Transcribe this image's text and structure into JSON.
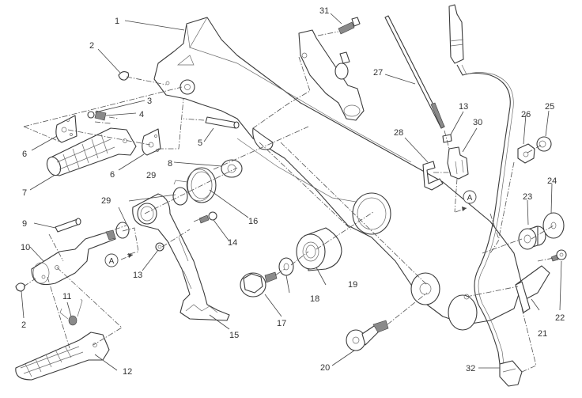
{
  "diagram": {
    "type": "exploded-parts-diagram",
    "subject": "Right-hand footpeg bracket / rear brake pedal assembly",
    "reference_marker": "A",
    "callouts": [
      {
        "id": "1",
        "part": "footpeg-bracket"
      },
      {
        "id": "2",
        "part": "circlip"
      },
      {
        "id": "3",
        "part": "ball"
      },
      {
        "id": "4",
        "part": "spring"
      },
      {
        "id": "5",
        "part": "pin"
      },
      {
        "id": "6",
        "part": "plate"
      },
      {
        "id": "7",
        "part": "footpeg-rider"
      },
      {
        "id": "8",
        "part": "washer"
      },
      {
        "id": "9",
        "part": "pin"
      },
      {
        "id": "10",
        "part": "pedal-shaft"
      },
      {
        "id": "11",
        "part": "spring"
      },
      {
        "id": "12",
        "part": "footpeg-passenger"
      },
      {
        "id": "13",
        "part": "nut"
      },
      {
        "id": "14",
        "part": "screw"
      },
      {
        "id": "15",
        "part": "brake-pedal"
      },
      {
        "id": "16",
        "part": "return-spring"
      },
      {
        "id": "17",
        "part": "bolt"
      },
      {
        "id": "18",
        "part": "washer"
      },
      {
        "id": "19",
        "part": "bushing"
      },
      {
        "id": "20",
        "part": "screw"
      },
      {
        "id": "21",
        "part": "bracket"
      },
      {
        "id": "22",
        "part": "screw"
      },
      {
        "id": "23",
        "part": "spacer"
      },
      {
        "id": "24",
        "part": "washer"
      },
      {
        "id": "25",
        "part": "bushing"
      },
      {
        "id": "26",
        "part": "nut"
      },
      {
        "id": "27",
        "part": "rod"
      },
      {
        "id": "28",
        "part": "pin"
      },
      {
        "id": "29",
        "part": "o-ring"
      },
      {
        "id": "30",
        "part": "fork-joint"
      },
      {
        "id": "31",
        "part": "screw"
      },
      {
        "id": "32",
        "part": "switch-connector"
      }
    ]
  }
}
